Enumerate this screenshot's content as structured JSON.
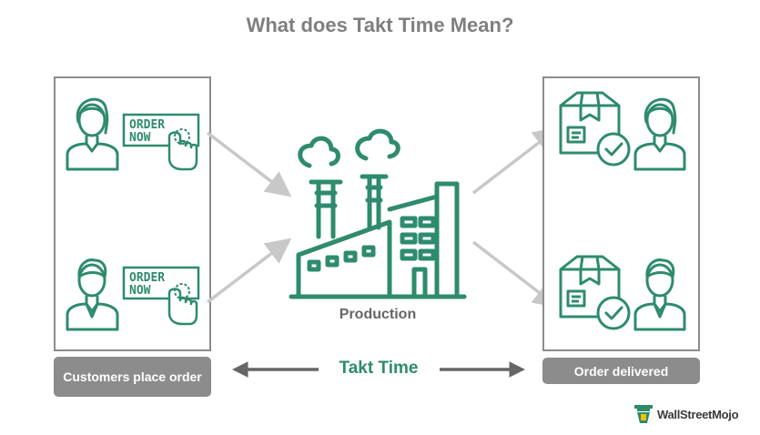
{
  "title": "What does Takt Time Mean?",
  "left_panel": {
    "caption": "Customers place order",
    "cards": [
      {
        "sign_line1": "ORDER",
        "sign_line2": "NOW"
      },
      {
        "sign_line1": "ORDER",
        "sign_line2": "NOW"
      }
    ]
  },
  "center": {
    "caption": "Production"
  },
  "right_panel": {
    "caption": "Order delivered"
  },
  "timeline": {
    "label": "Takt Time"
  },
  "brand": {
    "name": "WallStreetMojo"
  },
  "colors": {
    "accent": "#2e8b6e",
    "gray": "#8c8c8c",
    "title": "#7f7f7f",
    "arrow": "#c8c8c8"
  },
  "icons": [
    "person-icon",
    "order-now-sign-icon",
    "factory-icon",
    "package-check-icon",
    "brand-logo-icon"
  ]
}
